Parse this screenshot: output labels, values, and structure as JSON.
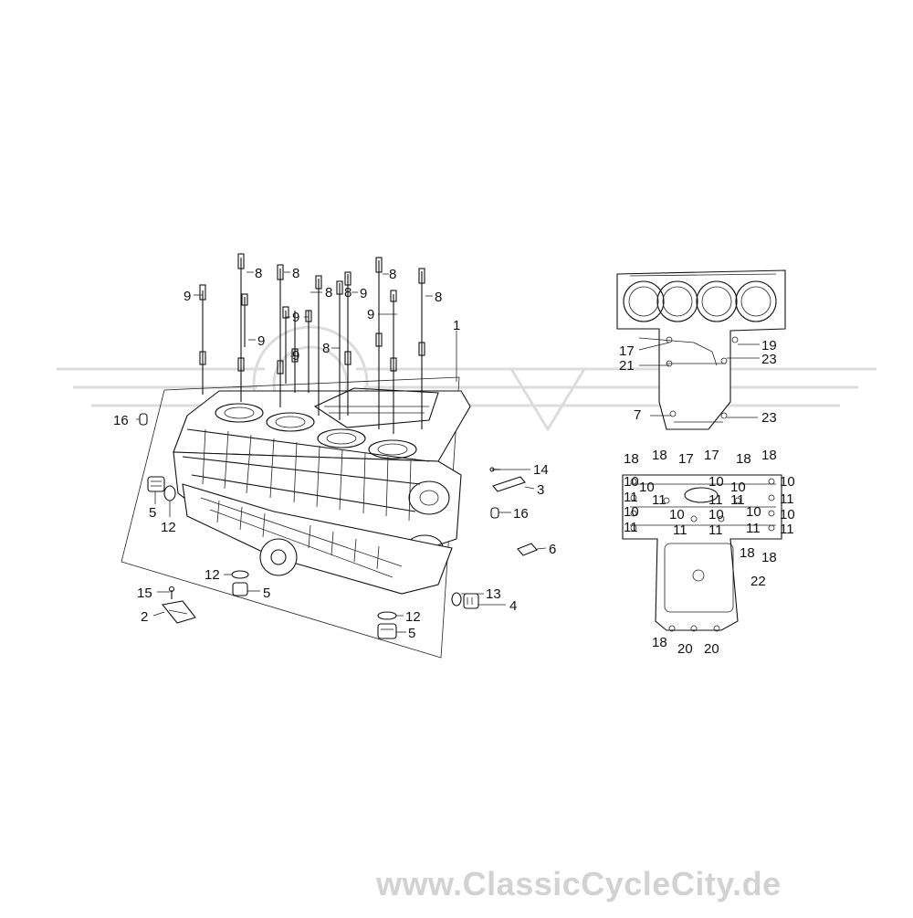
{
  "watermark": "www.ClassicCycleCity.de",
  "colors": {
    "line": "#111111",
    "watermark": "#d2d2d2",
    "background": "#ffffff"
  },
  "callouts_left": [
    "1",
    "2",
    "3",
    "4",
    "5",
    "5",
    "5",
    "6",
    "8",
    "8",
    "8",
    "8",
    "8",
    "8",
    "8",
    "9",
    "9",
    "9",
    "9",
    "9",
    "9",
    "12",
    "12",
    "12",
    "13",
    "14",
    "15",
    "16",
    "16"
  ],
  "callouts_right_top": [
    "17",
    "19",
    "21",
    "23",
    "7",
    "23"
  ],
  "callouts_right_bottom": [
    "18",
    "18",
    "17",
    "17",
    "18",
    "18",
    "10",
    "10",
    "10",
    "10",
    "10",
    "10",
    "10",
    "10",
    "11",
    "11",
    "11",
    "11",
    "11",
    "11",
    "11",
    "11",
    "10",
    "10",
    "11",
    "11",
    "18",
    "18",
    "22",
    "18",
    "20",
    "20"
  ]
}
